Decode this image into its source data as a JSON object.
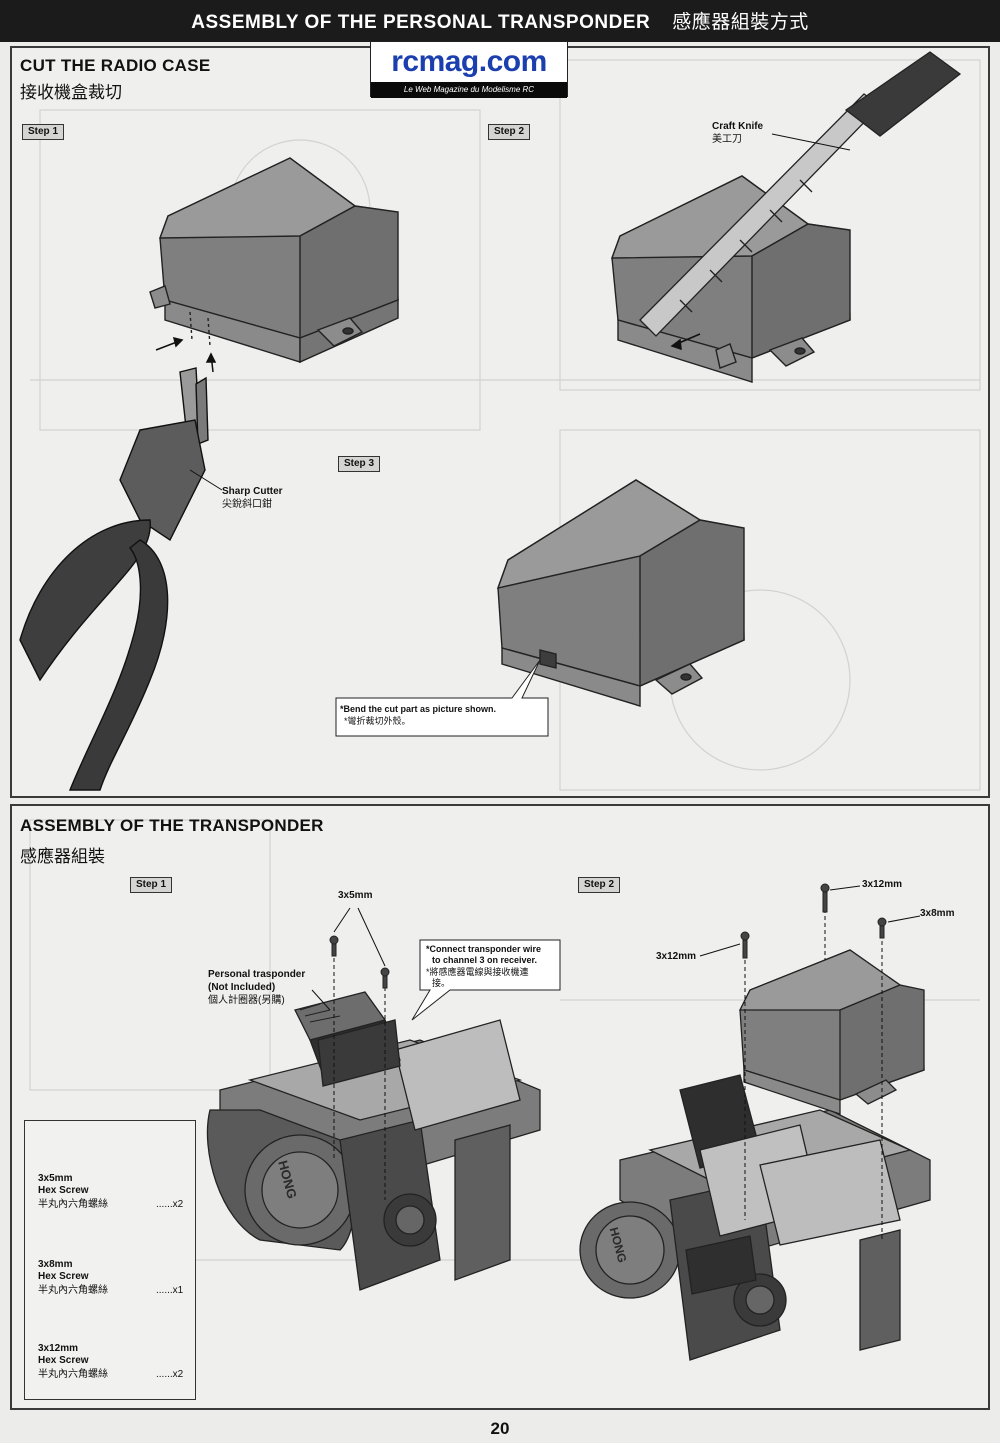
{
  "header": {
    "title_en": "ASSEMBLY OF THE PERSONAL TRANSPONDER",
    "title_zh": "感應器組裝方式"
  },
  "logo": {
    "name": "rcmag.com",
    "tagline": "Le Web Magazine du Modelisme RC"
  },
  "section1": {
    "title_en": "CUT THE RADIO CASE",
    "title_zh": "接收機盒裁切",
    "step1": "Step 1",
    "step2": "Step 2",
    "step3": "Step 3",
    "sharp_cutter_en": "Sharp Cutter",
    "sharp_cutter_zh": "尖銳斜口鉗",
    "craft_knife_en": "Craft Knife",
    "craft_knife_zh": "美工刀",
    "bend_note_en": "*Bend the cut part as picture shown.",
    "bend_note_zh": "*彎折裁切外殼。"
  },
  "section2": {
    "title_en": "ASSEMBLY OF THE TRANSPONDER",
    "title_zh": "感應器組裝",
    "step1": "Step 1",
    "step2": "Step 2",
    "screw_3x5": "3x5mm",
    "screw_3x12_a": "3x12mm",
    "screw_3x12_b": "3x12mm",
    "screw_3x8": "3x8mm",
    "transponder_en1": "Personal trasponder",
    "transponder_en2": "(Not Included)",
    "transponder_zh": "個人計圈器(另購)",
    "connect_en1": "*Connect transponder wire",
    "connect_en2": "to channel 3 on receiver.",
    "connect_zh1": "*將感應器電線與接收機連",
    "connect_zh2": "接。",
    "motor_label": "HONG"
  },
  "legend": {
    "items": [
      {
        "name1": "3x5mm",
        "name2": "Hex Screw",
        "name_zh": "半丸內六角螺絲",
        "qty": "......x2"
      },
      {
        "name1": "3x8mm",
        "name2": "Hex Screw",
        "name_zh": "半丸內六角螺絲",
        "qty": "......x1"
      },
      {
        "name1": "3x12mm",
        "name2": "Hex Screw",
        "name_zh": "半丸內六角螺絲",
        "qty": "......x2"
      }
    ]
  },
  "page": {
    "number": "20"
  }
}
